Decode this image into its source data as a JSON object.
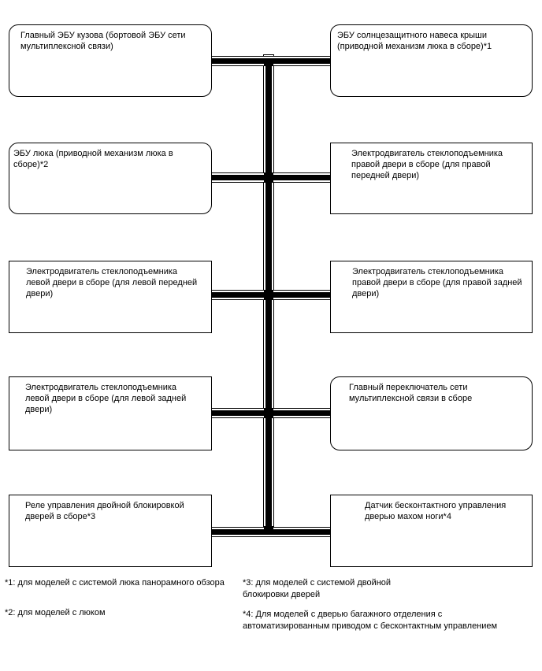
{
  "diagram": {
    "boxes": {
      "left": [
        {
          "label": [
            "Главный ЭБУ кузова (бортовой ЭБУ сети",
            "мультиплексной связи)"
          ]
        },
        {
          "label": [
            "ЭБУ люка (приводной механизм люка в",
            "сборе)*2"
          ]
        },
        {
          "label": [
            "Электродвигатель стеклоподъемника",
            "левой двери в сборе (для левой передней",
            "двери)"
          ]
        },
        {
          "label": [
            "Электродвигатель стеклоподъемника",
            "левой двери в сборе (для левой задней",
            "двери)"
          ]
        },
        {
          "label": [
            "Реле управления двойной блокировкой",
            "дверей в сборе*3"
          ]
        }
      ],
      "right": [
        {
          "label": [
            "ЭБУ солнцезащитного навеса крыши",
            "(приводной механизм люка в сборе)*1"
          ]
        },
        {
          "label": [
            "Электродвигатель стеклоподъемника",
            "правой двери в сборе (для правой",
            "передней двери)"
          ]
        },
        {
          "label": [
            "Электродвигатель стеклоподъемника",
            "правой двери в сборе (для правой задней",
            "двери)"
          ]
        },
        {
          "label": [
            "Главный переключатель сети",
            "мультиплексной связи в сборе"
          ]
        },
        {
          "label": [
            "Датчик бесконтактного управления",
            "дверью махом ноги*4"
          ]
        }
      ]
    },
    "footnotes": [
      {
        "text": [
          "*1: для моделей с системой люка панорамного обзора"
        ]
      },
      {
        "text": [
          "*2: для моделей с люком"
        ]
      },
      {
        "text": [
          "*3: для моделей с системой двойной",
          "блокировки дверей"
        ]
      },
      {
        "text": [
          "*4: Для моделей с дверью багажного отделения с",
          "автоматизированным приводом с бесконтактным управлением"
        ]
      }
    ],
    "colors": {
      "line": "#000000",
      "background": "#ffffff"
    }
  }
}
